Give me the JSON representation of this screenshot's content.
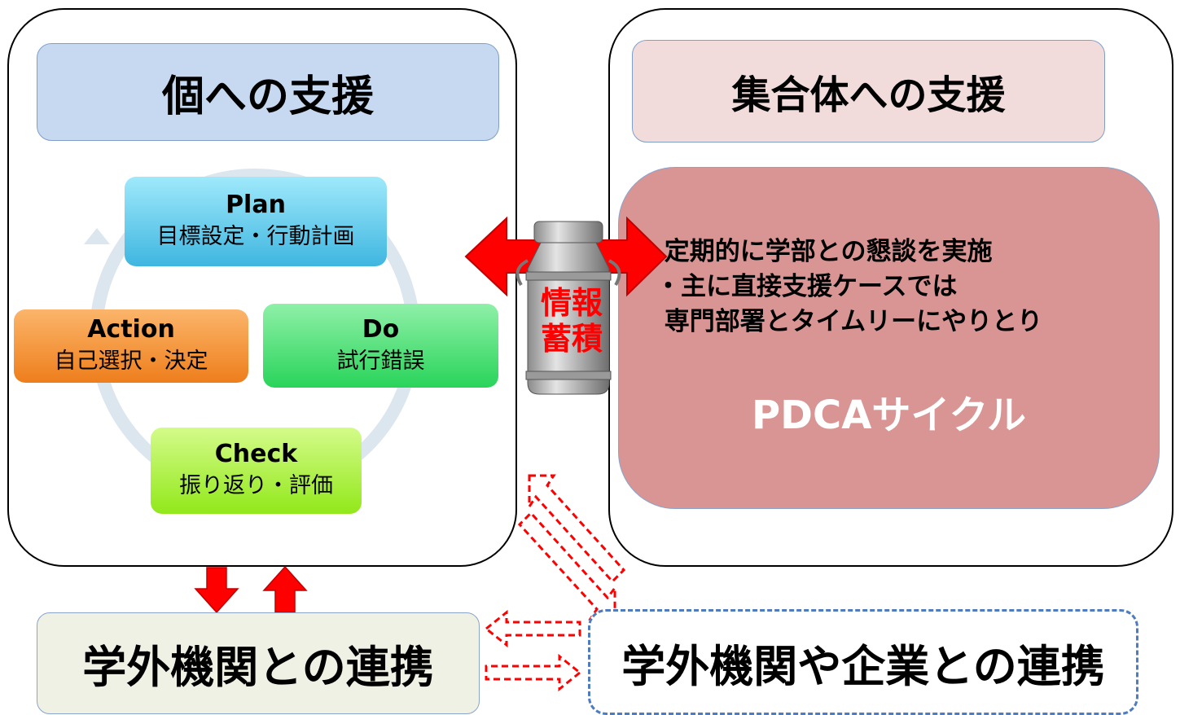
{
  "left_panel": {
    "title": "個への支援",
    "cycle": [
      {
        "key": "plan",
        "title": "Plan",
        "subtitle": "目標設定・行動計画"
      },
      {
        "key": "do",
        "title": "Do",
        "subtitle": "試行錯誤"
      },
      {
        "key": "check",
        "title": "Check",
        "subtitle": "振り返り・評価"
      },
      {
        "key": "action",
        "title": "Action",
        "subtitle": "自己選択・決定"
      }
    ]
  },
  "right_panel": {
    "title": "集合体への支援",
    "bullets": " 定期的に学部との懇談を実施\n・主に直接支援ケースでは\n 専門部署とタイムリーにやりとり",
    "cycle_label": "PDCAサイクル"
  },
  "center": {
    "label": "情報\n蓄積",
    "icon": "milk-can-icon"
  },
  "bottom": {
    "left_label": "学外機関との連携",
    "right_label": "学外機関や企業との連携"
  },
  "colors": {
    "arrow_red": "#ff0000",
    "plan": "#5bc8e8",
    "do": "#4ee07a",
    "check": "#a4f032",
    "action": "#f0902a",
    "cycle_ring": "#dce6ee"
  }
}
